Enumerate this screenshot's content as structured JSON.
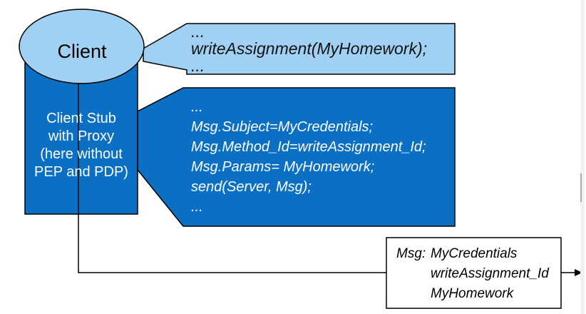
{
  "diagram": {
    "client": {
      "label": "Client"
    },
    "client_stub": {
      "lines": [
        "Client Stub",
        "with Proxy",
        "(here without",
        "PEP and PDP)"
      ]
    },
    "client_call_callout": {
      "lines": [
        "...",
        "writeAssignment(MyHomework);",
        "..."
      ]
    },
    "stub_code_callout": {
      "lines": [
        "...",
        "Msg.Subject=MyCredentials;",
        "Msg.Method_Id=writeAssignment_Id;",
        "Msg.Params= MyHomework;",
        "send(Server, Msg);",
        "..."
      ]
    },
    "message_box": {
      "label": "Msg:",
      "values": [
        "MyCredentials",
        "writeAssignment_Id",
        "MyHomework"
      ]
    }
  },
  "colors": {
    "light_blue": "#A0D1F3",
    "dark_blue": "#0B6FC4",
    "outline": "#000000",
    "scrollbar_track": "#F1F1F1",
    "scrollbar_thumb": "#ABABAB"
  }
}
